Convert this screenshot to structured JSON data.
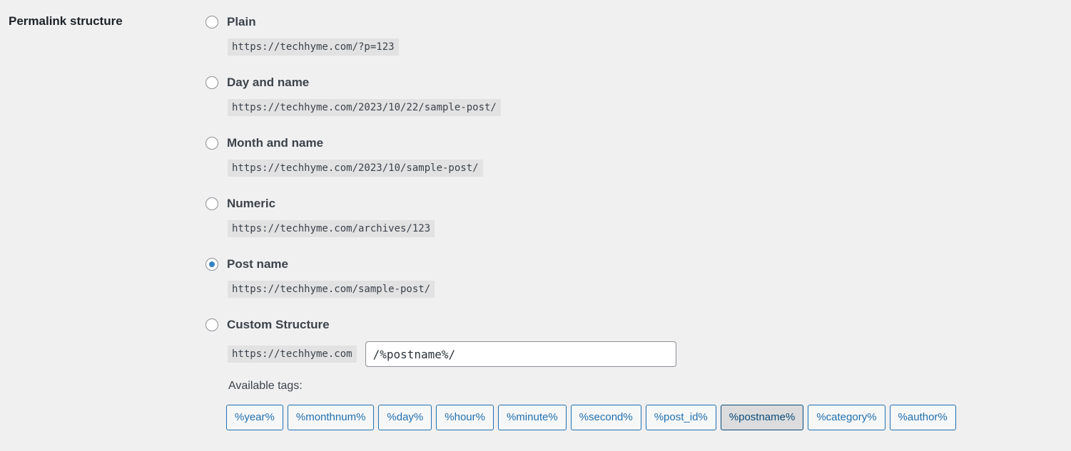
{
  "section": {
    "label": "Permalink structure"
  },
  "options": [
    {
      "label": "Plain",
      "example": "https://techhyme.com/?p=123",
      "checked": false
    },
    {
      "label": "Day and name",
      "example": "https://techhyme.com/2023/10/22/sample-post/",
      "checked": false
    },
    {
      "label": "Month and name",
      "example": "https://techhyme.com/2023/10/sample-post/",
      "checked": false
    },
    {
      "label": "Numeric",
      "example": "https://techhyme.com/archives/123",
      "checked": false
    },
    {
      "label": "Post name",
      "example": "https://techhyme.com/sample-post/",
      "checked": true
    }
  ],
  "custom": {
    "label": "Custom Structure",
    "base": "https://techhyme.com",
    "value": "/%postname%/",
    "available_tags_label": "Available tags:",
    "tags": [
      "%year%",
      "%monthnum%",
      "%day%",
      "%hour%",
      "%minute%",
      "%second%",
      "%post_id%",
      "%postname%",
      "%category%",
      "%author%"
    ],
    "active_tag": "%postname%"
  },
  "colors": {
    "accent": "#2271b1",
    "radio_checked": "#3582c4",
    "background": "#f0f0f1"
  }
}
